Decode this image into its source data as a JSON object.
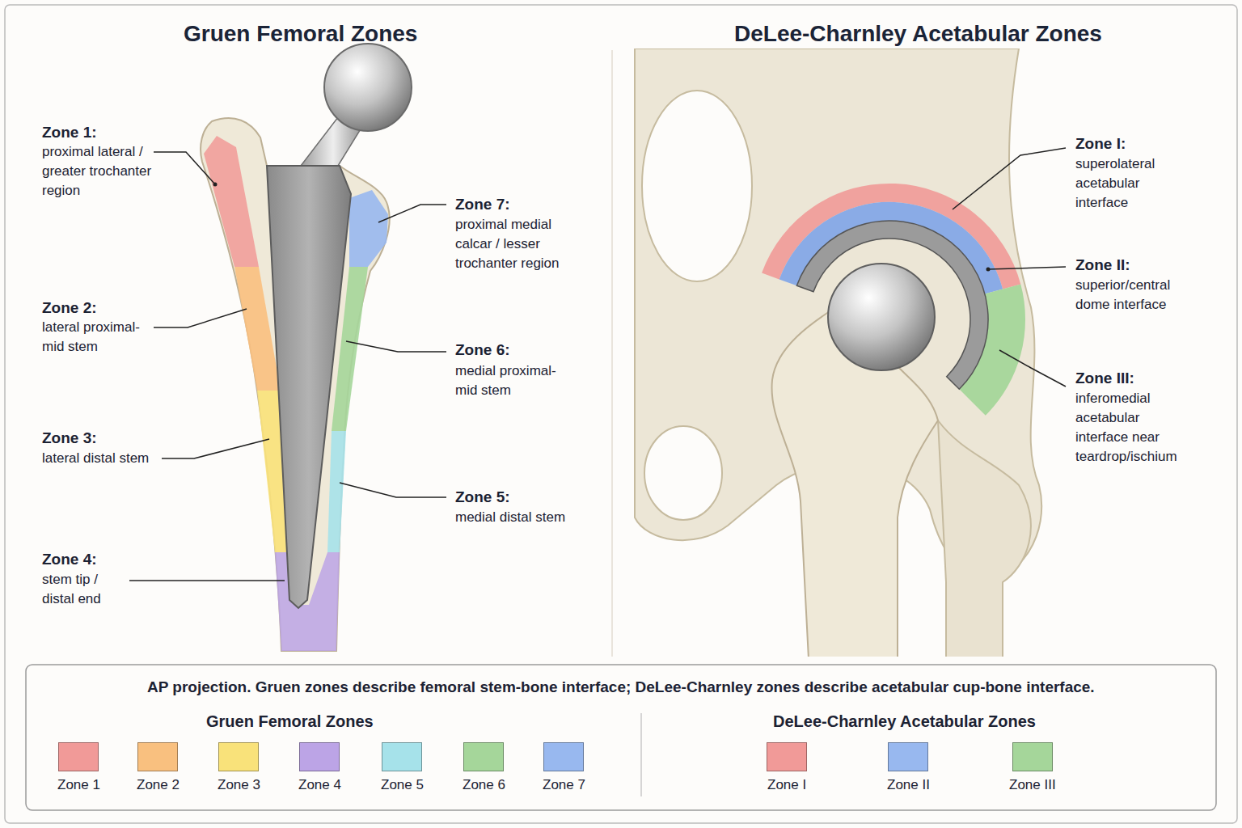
{
  "diagram": {
    "caption": "AP projection. Gruen zones describe femoral stem-bone interface; DeLee-Charnley zones describe acetabular cup-bone interface.",
    "labels": [
      "Gruen Femoral Zones",
      "DeLee-Charnley Acetabular Zones",
      "Zone 1:",
      "proximal lateral / greater trochanter region",
      "Zone 2:",
      "lateral proximal- mid stem",
      "Zone 3:",
      "lateral distal stem",
      "Zone 4:",
      "stem tip / distal end",
      "Zone 5:",
      "medial distal stem",
      "Zone 6:",
      "medial proximal- mid stem",
      "Zone 7:",
      "proximal medial calcar / lesser trochanter region",
      "Zone I:",
      "superolateral acetabular interface",
      "Zone II:",
      "superior/central dome interface",
      "Zone III:",
      "inferomedial acetabular interface near teardrop/ischium",
      "Gruen Femoral Zones",
      "DeLee-Charnley Acetabular Zones"
    ],
    "legend": [
      {
        "text": "Zone 1",
        "color": "#f19a98"
      },
      {
        "text": "Zone 2",
        "color": "#f9c07f"
      },
      {
        "text": "Zone 3",
        "color": "#f9e27a"
      },
      {
        "text": "Zone 4",
        "color": "#bca4e6"
      },
      {
        "text": "Zone 5",
        "color": "#a6e2ea"
      },
      {
        "text": "Zone 6",
        "color": "#a5d69a"
      },
      {
        "text": "Zone 7",
        "color": "#98b8ef"
      },
      {
        "text": "Zone I",
        "color": "#f19a98"
      },
      {
        "text": "Zone II",
        "color": "#98b8ef"
      },
      {
        "text": "Zone III",
        "color": "#a5d69a"
      }
    ]
  }
}
